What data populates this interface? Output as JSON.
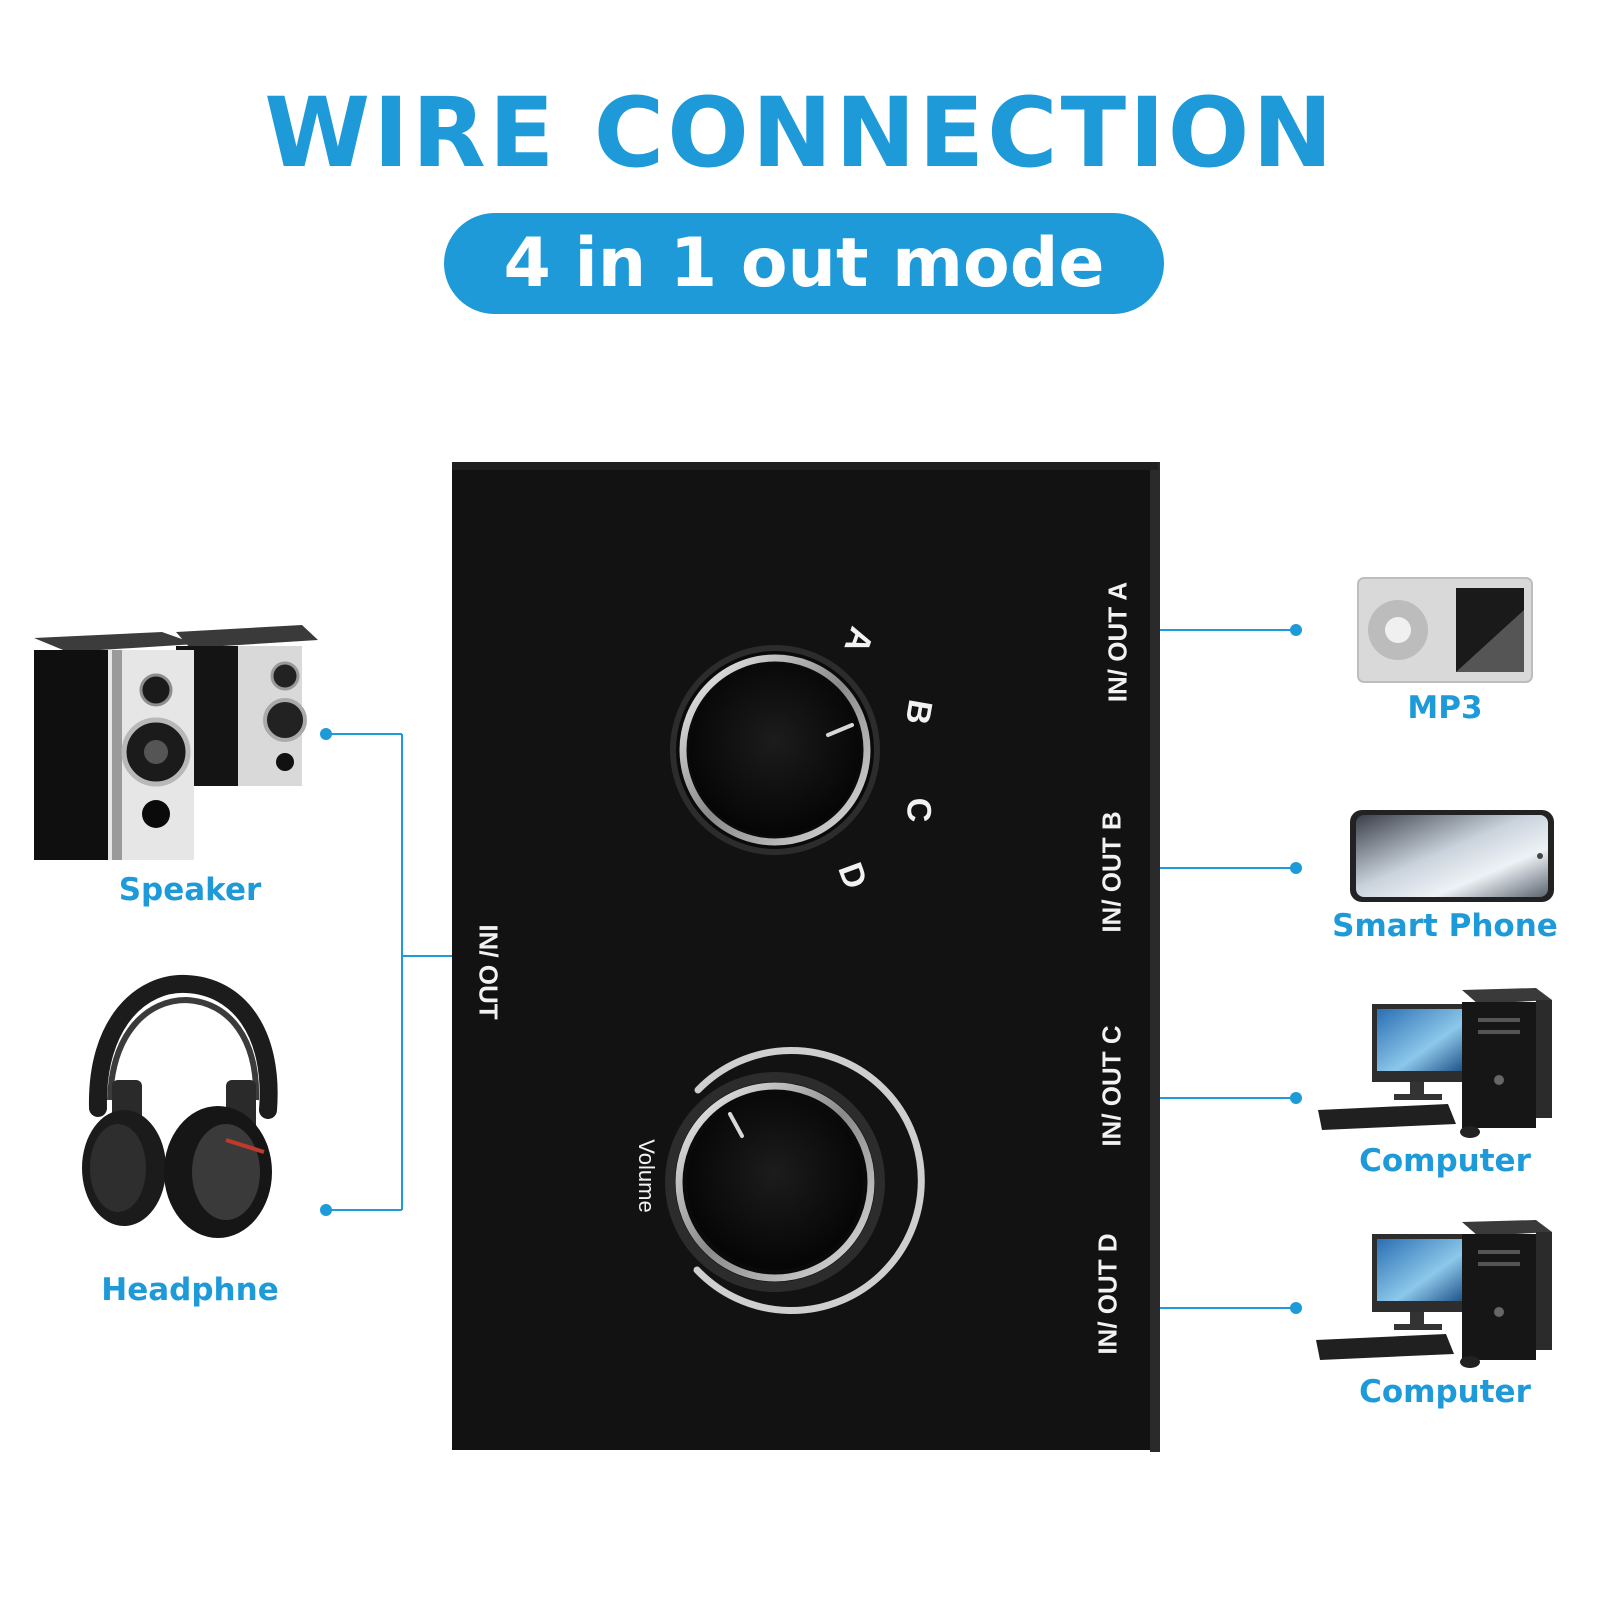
{
  "header": {
    "title": "WIRE CONNECTION",
    "subtitle": "4 in 1 out mode"
  },
  "colors": {
    "accent": "#1e9ad9",
    "panel": "#111111",
    "text_on_panel": "#f2f2f2"
  },
  "switch_box": {
    "left_port": "IN/ OUT",
    "right_ports": [
      "IN/ OUT A",
      "IN/ OUT B",
      "IN/ OUT C",
      "IN/ OUT D"
    ],
    "selector_letters": [
      "A",
      "B",
      "C",
      "D"
    ],
    "volume_label": "Volume"
  },
  "left_devices": [
    {
      "label": "Speaker",
      "icon": "speaker-icon"
    },
    {
      "label": "Headphne",
      "icon": "headphone-icon"
    }
  ],
  "right_devices": [
    {
      "label": "MP3",
      "icon": "mp3-player-icon"
    },
    {
      "label": "Smart Phone",
      "icon": "smartphone-icon"
    },
    {
      "label": "Computer",
      "icon": "computer-icon"
    },
    {
      "label": "Computer",
      "icon": "computer-icon"
    }
  ]
}
